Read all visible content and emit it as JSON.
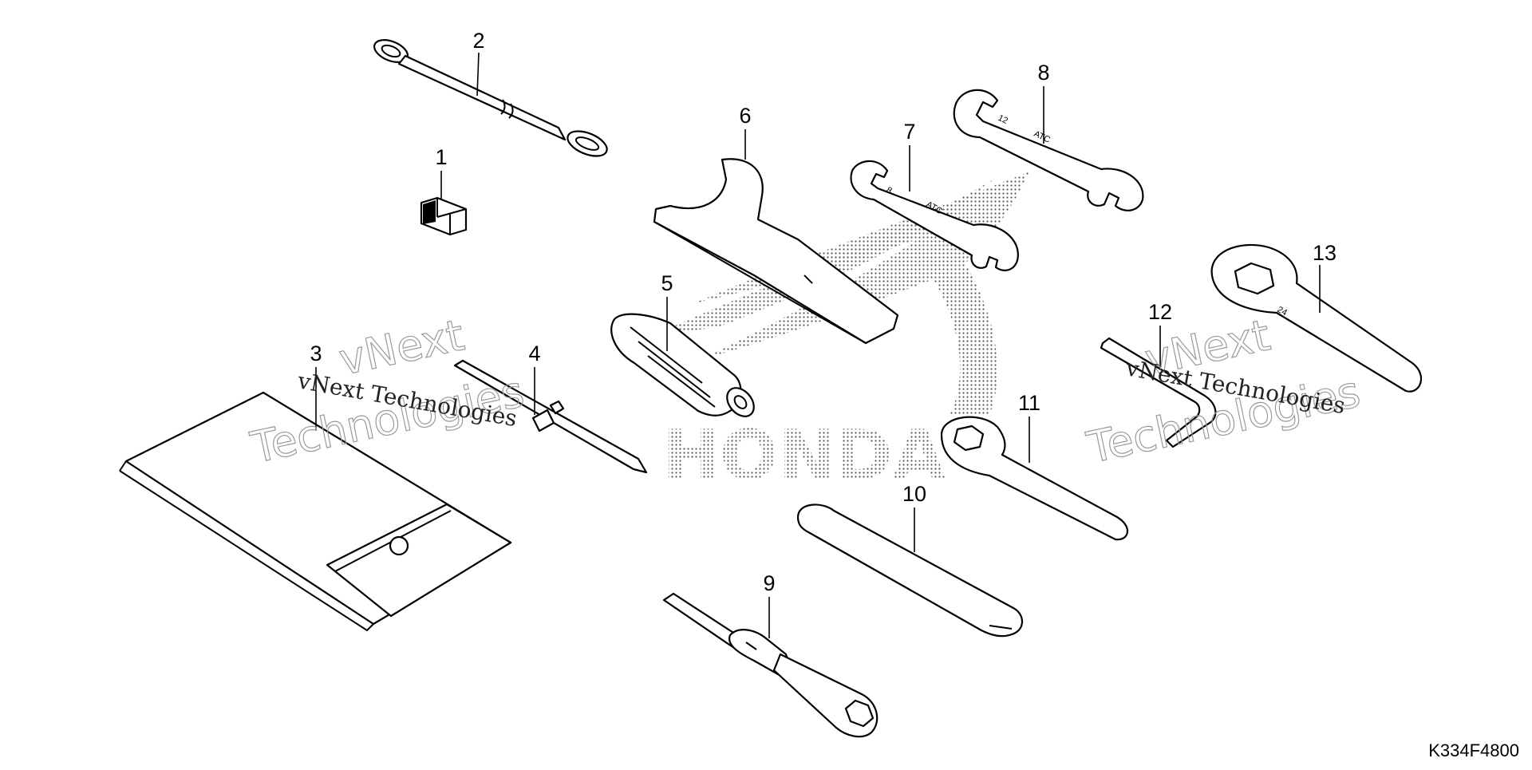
{
  "diagram": {
    "parts": [
      {
        "number": "1"
      },
      {
        "number": "2"
      },
      {
        "number": "3"
      },
      {
        "number": "4"
      },
      {
        "number": "5"
      },
      {
        "number": "6"
      },
      {
        "number": "7"
      },
      {
        "number": "8"
      },
      {
        "number": "9"
      },
      {
        "number": "10"
      },
      {
        "number": "11"
      },
      {
        "number": "12"
      },
      {
        "number": "13"
      }
    ],
    "logo_text": "HONDA",
    "diagram_code": "K334F4800"
  },
  "watermarks": [
    {
      "line1": "vNext",
      "line2": "Technologies",
      "caption": "vNext Technologies"
    },
    {
      "line1": "vNext",
      "line2": "Technologies",
      "caption": "vNext Technologies"
    }
  ],
  "colors": {
    "line": "#000000",
    "watermark": "#9a9a9a",
    "logo_dots": "#555555"
  }
}
